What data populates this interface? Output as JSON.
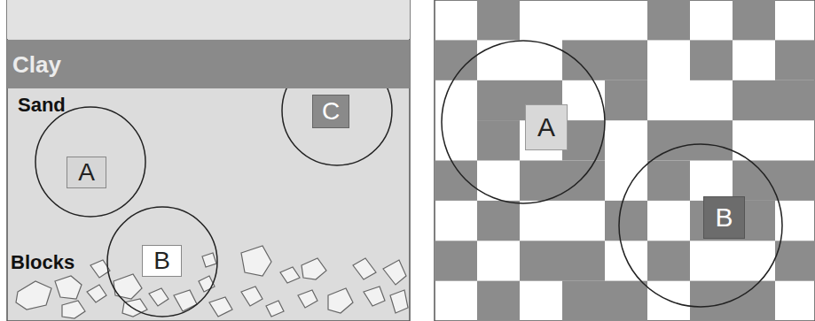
{
  "diagram": {
    "nodes": [
      {
        "text": [
          "Clay"
        ]
      },
      {
        "text": [
          "C"
        ]
      },
      {
        "text": [
          "A"
        ]
      },
      {
        "text": [
          "B"
        ]
      },
      {
        "text": [
          "A"
        ]
      },
      {
        "text": [
          "B"
        ]
      }
    ],
    "labels": [
      "Sand",
      "Blocks"
    ]
  }
}
